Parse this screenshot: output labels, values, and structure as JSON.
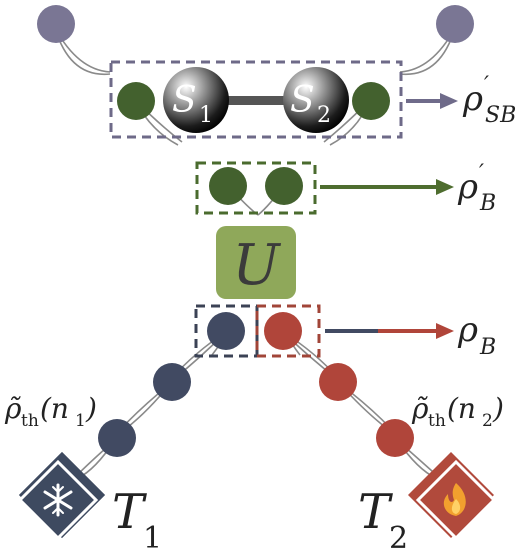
{
  "colors": {
    "purple_node": "#7a7694",
    "green_node": "#43612e",
    "navy_node": "#414a62",
    "red_node": "#b0453a",
    "box_purple": "#6e6a88",
    "box_green": "#4a6b2e",
    "box_navy": "#3b4255",
    "box_red": "#a14538",
    "u_fill": "#8fa85a",
    "u_text": "#3b3b3b",
    "arrow_purple": "#6f6b8a",
    "arrow_green": "#4e6d2f",
    "arrow_navy": "#414a62",
    "arrow_red": "#b0453a",
    "connector": "#8a8a8a",
    "cold_bath": "#3e4a60",
    "hot_bath": "#b14a3c"
  },
  "labels": {
    "rho_sb": {
      "base": "ρ",
      "sup": "′",
      "sub": "SB"
    },
    "rho_b_prime": {
      "base": "ρ",
      "sup": "′",
      "sub": "B"
    },
    "rho_b": {
      "base": "ρ",
      "sub": "B"
    },
    "unitary": "U",
    "s1": {
      "base": "S",
      "sub": "1"
    },
    "s2": {
      "base": "S",
      "sub": "2"
    },
    "thermal_left": {
      "tilde": "ρ̃",
      "sub": "th",
      "arg": "(n",
      "arg_sub": "1",
      "close": ")"
    },
    "thermal_right": {
      "tilde": "ρ̃",
      "sub": "th",
      "arg": "(n",
      "arg_sub": "2",
      "close": ")"
    },
    "t1": {
      "base": "T",
      "sub": "1"
    },
    "t2": {
      "base": "T",
      "sub": "2"
    }
  },
  "icons": {
    "cold_bath": "snowflake-icon",
    "hot_bath": "flame-icon"
  }
}
